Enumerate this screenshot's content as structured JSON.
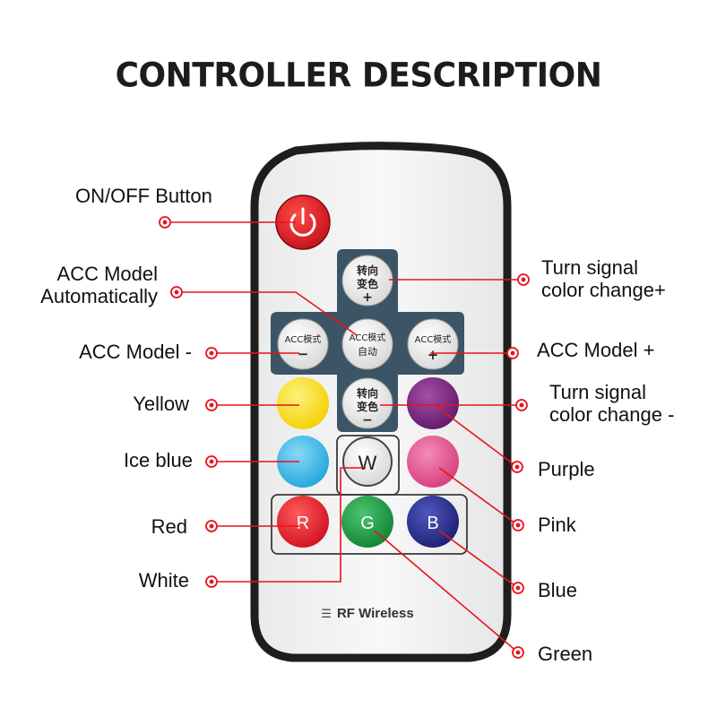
{
  "title": "CONTROLLER DESCRIPTION",
  "labels": {
    "on_off": "ON/OFF Button",
    "acc_auto_1": "ACC Model",
    "acc_auto_2": "Automatically",
    "acc_minus": "ACC Model -",
    "acc_plus": "ACC Model +",
    "turn_plus_1": "Turn signal",
    "turn_plus_2": "color change+",
    "turn_minus_1": "Turn signal",
    "turn_minus_2": "color change -",
    "yellow": "Yellow",
    "ice_blue": "Ice blue",
    "red": "Red",
    "white": "White",
    "purple": "Purple",
    "pink": "Pink",
    "blue": "Blue",
    "green": "Green"
  },
  "remote": {
    "top_btn_line1": "转向",
    "top_btn_line2": "变色",
    "top_btn_sign": "+",
    "left_btn_line1": "ACC模式",
    "left_btn_sign": "−",
    "center_btn_line1": "ACC模式",
    "center_btn_line2": "自动",
    "right_btn_line1": "ACC模式",
    "right_btn_sign": "+",
    "bottom_btn_line1": "转向",
    "bottom_btn_line2": "变色",
    "bottom_btn_sign": "−",
    "w_label": "W",
    "r_label": "R",
    "g_label": "G",
    "b_label": "B",
    "wireless_label": "RF Wireless"
  },
  "colors": {
    "accent_red": "#e8121d",
    "power": "#e01a22",
    "yellow": "#f7e01a",
    "ice_blue": "#3cb6e6",
    "red": "#e11c2a",
    "green": "#1f9a45",
    "blue": "#2a2e8c",
    "purple": "#7d2a82",
    "pink": "#e45a92",
    "cross_panel": "#3b5566"
  },
  "icons": [
    "power-icon",
    "wifi-icon"
  ]
}
